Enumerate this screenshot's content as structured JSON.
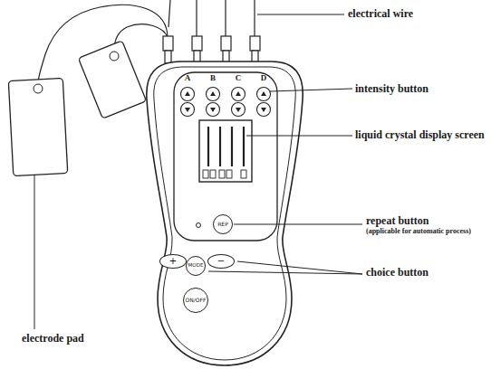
{
  "diagram": {
    "nodes": [
      {
        "text": [
          "REP"
        ]
      },
      {
        "text": [
          "+"
        ]
      },
      {
        "text": [
          "MODE"
        ]
      },
      {
        "text": [
          "−"
        ]
      },
      {
        "text": [
          "ON/OFF"
        ]
      }
    ],
    "labels": [
      "electrical wire",
      "intensity button",
      "liquid crystal display screen",
      "repeat button",
      "(applicable for automatic process)",
      "choice button",
      "electrode pad",
      "A",
      "B",
      "C",
      "D"
    ]
  }
}
